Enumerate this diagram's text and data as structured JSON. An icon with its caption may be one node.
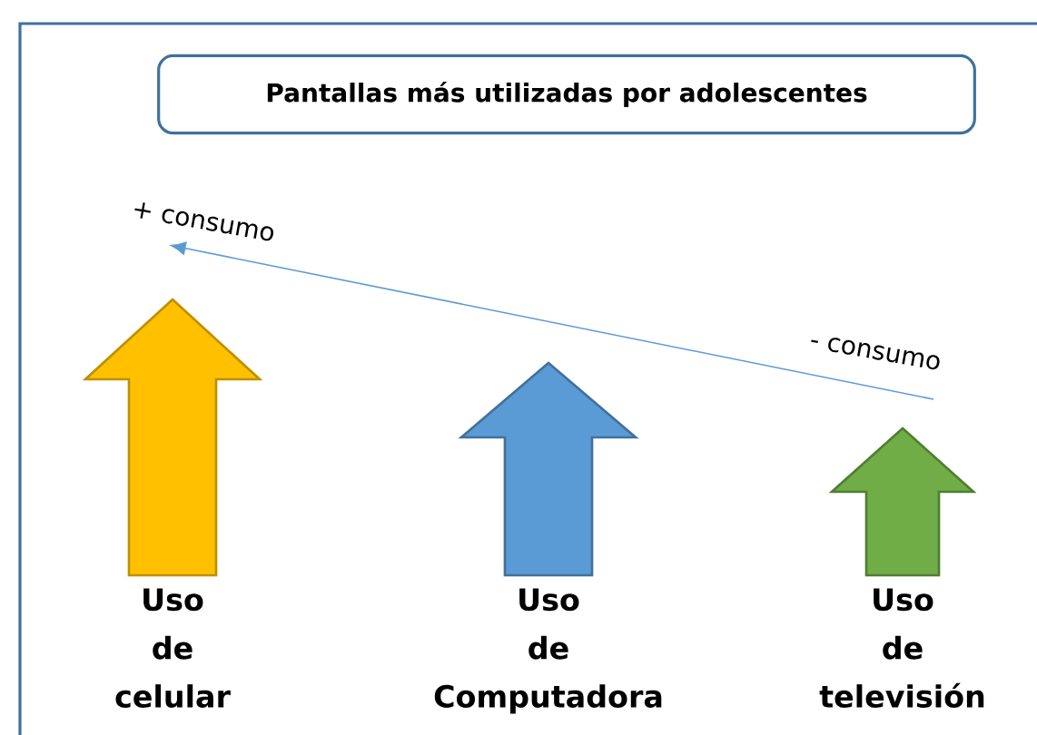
{
  "diagram": {
    "title": "Pantallas más utilizadas por adolescentes",
    "nodes": [
      {
        "text": [
          "Uso de celular"
        ]
      },
      {
        "text": [
          "Uso de Computadora"
        ]
      },
      {
        "text": [
          "Uso de televisión"
        ]
      }
    ],
    "labels": [
      "+ consumo",
      "- consumo"
    ]
  }
}
